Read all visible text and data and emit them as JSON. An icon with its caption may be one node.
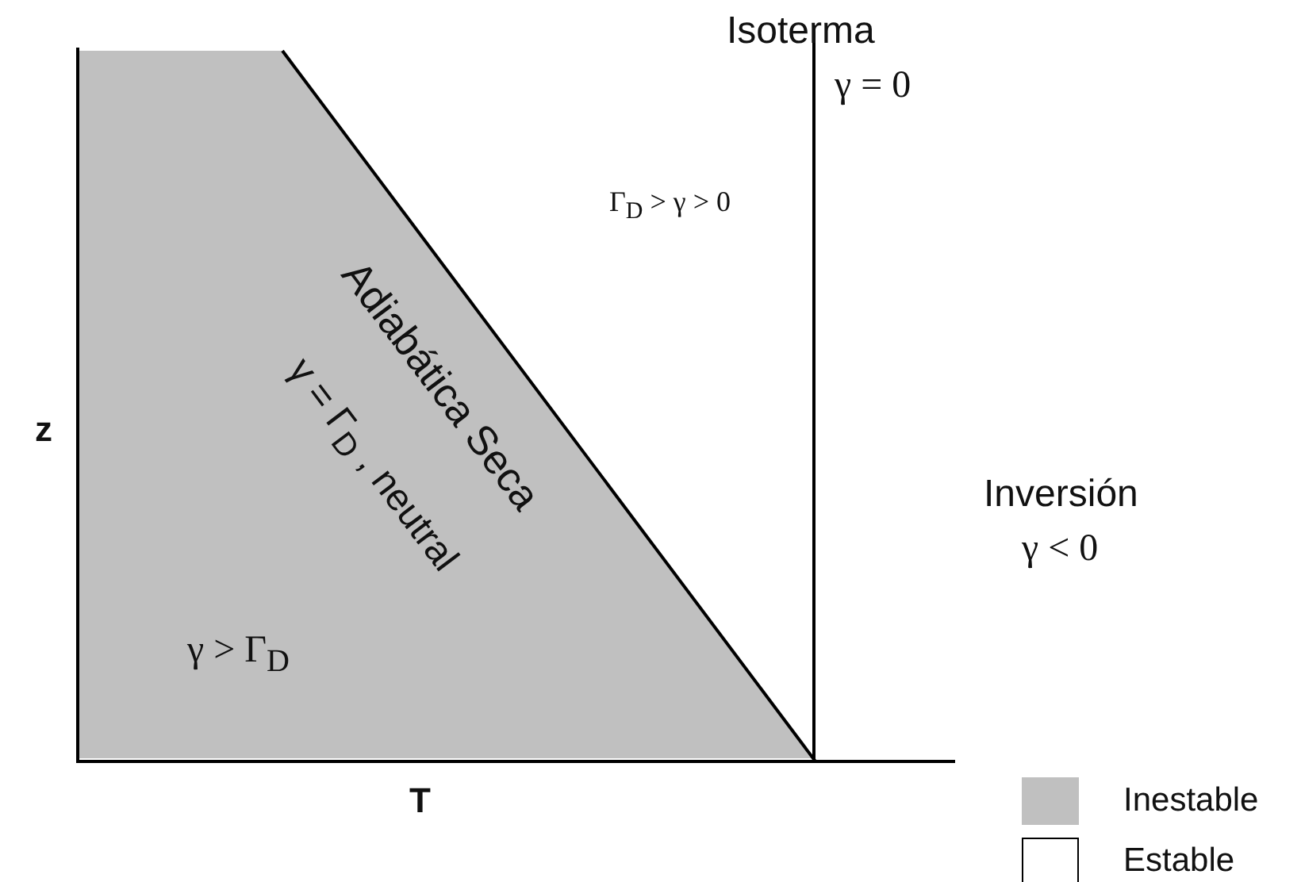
{
  "diagram": {
    "labels": [
      "Isoterma",
      "γ = 0",
      "Γ$_{D}$ > γ > 0",
      "Adiabática Seca",
      "γ = Γ$_{D}$ , neutral",
      "z",
      "Inversión",
      "γ < 0",
      "γ > Γ$_{D}$",
      "T"
    ],
    "legend": [
      {
        "text": "Inestable",
        "color": "#c0c0c0"
      },
      {
        "text": "Estable",
        "color": "#ffffff"
      }
    ]
  }
}
